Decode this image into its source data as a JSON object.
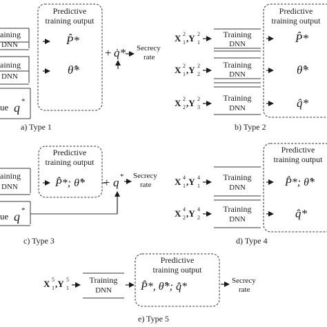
{
  "common": {
    "predictive_line1": "Predictive",
    "predictive_line2": "training output",
    "training": "Training",
    "dnn": "DNN",
    "secrecy_line1": "Secrecy",
    "secrecy_line2": "rate",
    "plus": "+",
    "q_star": "q",
    "star": "*"
  },
  "type1": {
    "caption": "a) Type 1",
    "left_labels": [
      "aining",
      "DNN",
      "aining",
      "DNN",
      "ue"
    ],
    "outputs": [
      "P̂*",
      "θ̂*"
    ],
    "q_hat_star": "q̇*"
  },
  "type2": {
    "caption": "b) Type 2",
    "inputs": [
      {
        "x": "X",
        "xsup": "2",
        "xsub": "1",
        "y": "Y",
        "ysup": "2",
        "ysub": "1"
      },
      {
        "x": "X",
        "xsup": "2",
        "xsub": "1",
        "y": "Y",
        "ysup": "2",
        "ysub": "2"
      },
      {
        "x": "X",
        "xsup": "2",
        "xsub": "2",
        "y": "Y",
        "ysup": "2",
        "ysub": "3"
      }
    ],
    "outputs": [
      "P̂*",
      "θ̂*",
      "q̂*"
    ]
  },
  "type3": {
    "caption": "c) Type 3",
    "left_labels": [
      "aining",
      "DNN",
      "ue"
    ],
    "output": "P̂*; θ̂*"
  },
  "type4": {
    "caption": "d) Type 4",
    "inputs": [
      {
        "x": "X",
        "xsup": "4",
        "xsub": "1",
        "y": "Y",
        "ysup": "4",
        "ysub": "1"
      },
      {
        "x": "X",
        "xsup": "4",
        "xsub": "2",
        "y": "Y",
        "ysup": "4",
        "ysub": "2"
      }
    ],
    "outputs": [
      "P̂*; θ̂*",
      "q̂*"
    ]
  },
  "type5": {
    "caption": "e) Type 5",
    "input": {
      "x": "X",
      "xsup": "5",
      "xsub": "1",
      "y": "Y",
      "ysup": "5",
      "ysub": "1"
    },
    "output": "P̂*, θ̂*; q̂*"
  }
}
